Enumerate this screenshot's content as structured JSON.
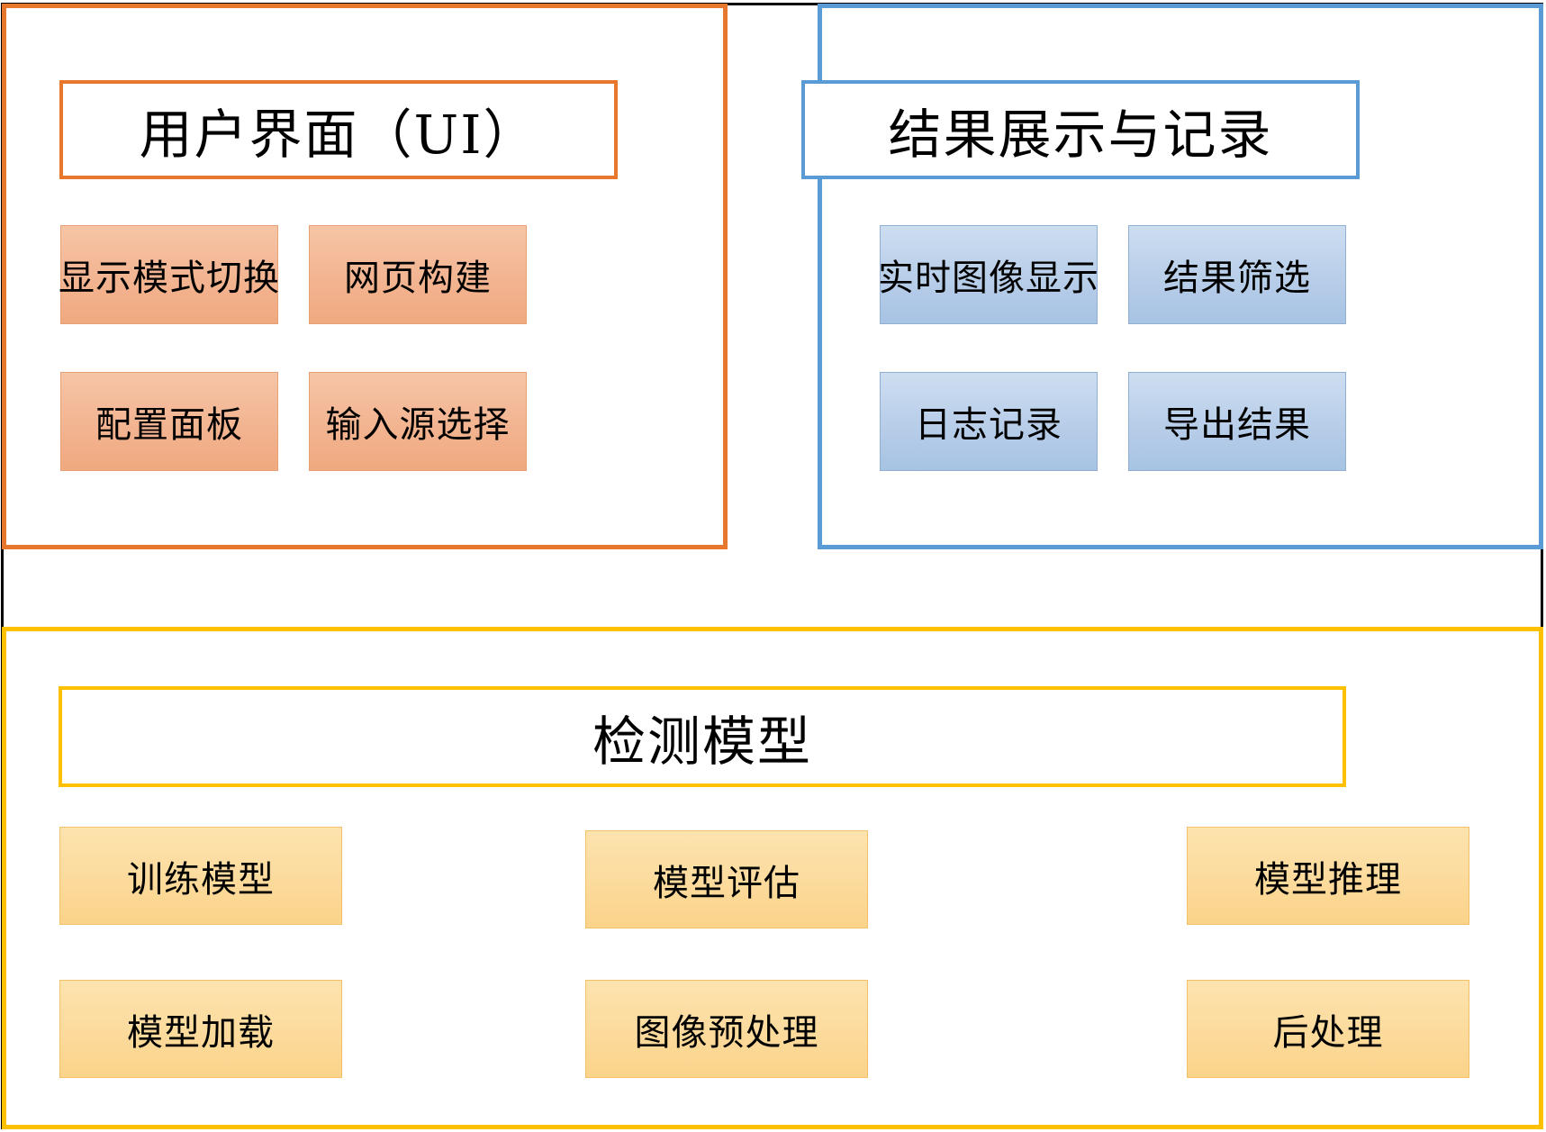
{
  "diagram": {
    "panels": [
      {
        "key": "ui",
        "title": "用户界面（UI）",
        "accent": "#E8772E",
        "cards": [
          {
            "label": "显示模式切换"
          },
          {
            "label": "网页构建"
          },
          {
            "label": "配置面板"
          },
          {
            "label": "输入源选择"
          }
        ]
      },
      {
        "key": "results",
        "title": "结果展示与记录",
        "accent": "#5B9BD5",
        "cards": [
          {
            "label": "实时图像显示"
          },
          {
            "label": "结果筛选"
          },
          {
            "label": "日志记录"
          },
          {
            "label": "导出结果"
          }
        ]
      },
      {
        "key": "model",
        "title": "检测模型",
        "accent": "#FFC000",
        "cards": [
          {
            "label": "训练模型"
          },
          {
            "label": "模型评估"
          },
          {
            "label": "模型推理"
          },
          {
            "label": "模型加载"
          },
          {
            "label": "图像预处理"
          },
          {
            "label": "后处理"
          }
        ]
      }
    ]
  }
}
